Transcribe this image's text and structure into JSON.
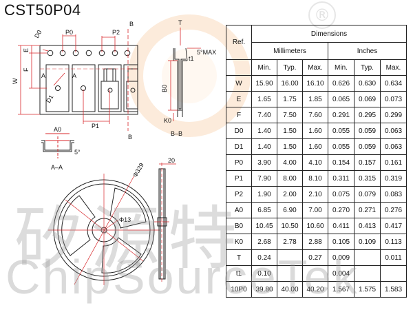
{
  "part_number": "CST50P04",
  "watermark": {
    "registered_mark": "®",
    "chinese_text": "矽源特",
    "english_text": "ChipSourceTek"
  },
  "colors": {
    "dimension_red": "#d8262a",
    "line": "#222222",
    "watermark_gray": "#bcbcbc"
  },
  "tape_labels": {
    "d0": "D0",
    "p0": "P0",
    "p2": "P2",
    "b_top": "B",
    "b_bottom": "B",
    "t": "T",
    "t1": "t1",
    "angle_max": "5°MAX",
    "e": "E",
    "f": "F",
    "w": "W",
    "a_left": "A",
    "a_right": "A",
    "d1": "D1",
    "p1": "P1",
    "b0": "B0",
    "k0": "K0",
    "section_bb": "B–B"
  },
  "section_aa": {
    "a0": "A0",
    "angle": "5°",
    "label": "A–A"
  },
  "reel": {
    "diameter_outer": "Φ329",
    "diameter_hub": "Φ13",
    "width": "20"
  },
  "table": {
    "ref_header": "Ref.",
    "dimensions_header": "Dimensions",
    "millimeters_header": "Millimeters",
    "inches_header": "Inches",
    "sub_headers": [
      "Min.",
      "Typ.",
      "Max.",
      "Min.",
      "Typ.",
      "Max."
    ],
    "rows": [
      {
        "ref": "W",
        "values": [
          "15.90",
          "16.00",
          "16.10",
          "0.626",
          "0.630",
          "0.634"
        ]
      },
      {
        "ref": "E",
        "values": [
          "1.65",
          "1.75",
          "1.85",
          "0.065",
          "0.069",
          "0.073"
        ]
      },
      {
        "ref": "F",
        "values": [
          "7.40",
          "7.50",
          "7.60",
          "0.291",
          "0.295",
          "0.299"
        ]
      },
      {
        "ref": "D0",
        "values": [
          "1.40",
          "1.50",
          "1.60",
          "0.055",
          "0.059",
          "0.063"
        ]
      },
      {
        "ref": "D1",
        "values": [
          "1.40",
          "1.50",
          "1.60",
          "0.055",
          "0.059",
          "0.063"
        ]
      },
      {
        "ref": "P0",
        "values": [
          "3.90",
          "4.00",
          "4.10",
          "0.154",
          "0.157",
          "0.161"
        ]
      },
      {
        "ref": "P1",
        "values": [
          "7.90",
          "8.00",
          "8.10",
          "0.311",
          "0.315",
          "0.319"
        ]
      },
      {
        "ref": "P2",
        "values": [
          "1.90",
          "2.00",
          "2.10",
          "0.075",
          "0.079",
          "0.083"
        ]
      },
      {
        "ref": "A0",
        "values": [
          "6.85",
          "6.90",
          "7.00",
          "0.270",
          "0.271",
          "0.276"
        ]
      },
      {
        "ref": "B0",
        "values": [
          "10.45",
          "10.50",
          "10.60",
          "0.411",
          "0.413",
          "0.417"
        ]
      },
      {
        "ref": "K0",
        "values": [
          "2.68",
          "2.78",
          "2.88",
          "0.105",
          "0.109",
          "0.113"
        ]
      },
      {
        "ref": "T",
        "values": [
          "0.24",
          "",
          "0.27",
          "0.009",
          "",
          "0.011"
        ]
      },
      {
        "ref": "t1",
        "values": [
          "0.10",
          "",
          "",
          "0.004",
          "",
          ""
        ]
      },
      {
        "ref": "10P0",
        "values": [
          "39.80",
          "40.00",
          "40.20",
          "1.567",
          "1.575",
          "1.583"
        ]
      }
    ]
  }
}
